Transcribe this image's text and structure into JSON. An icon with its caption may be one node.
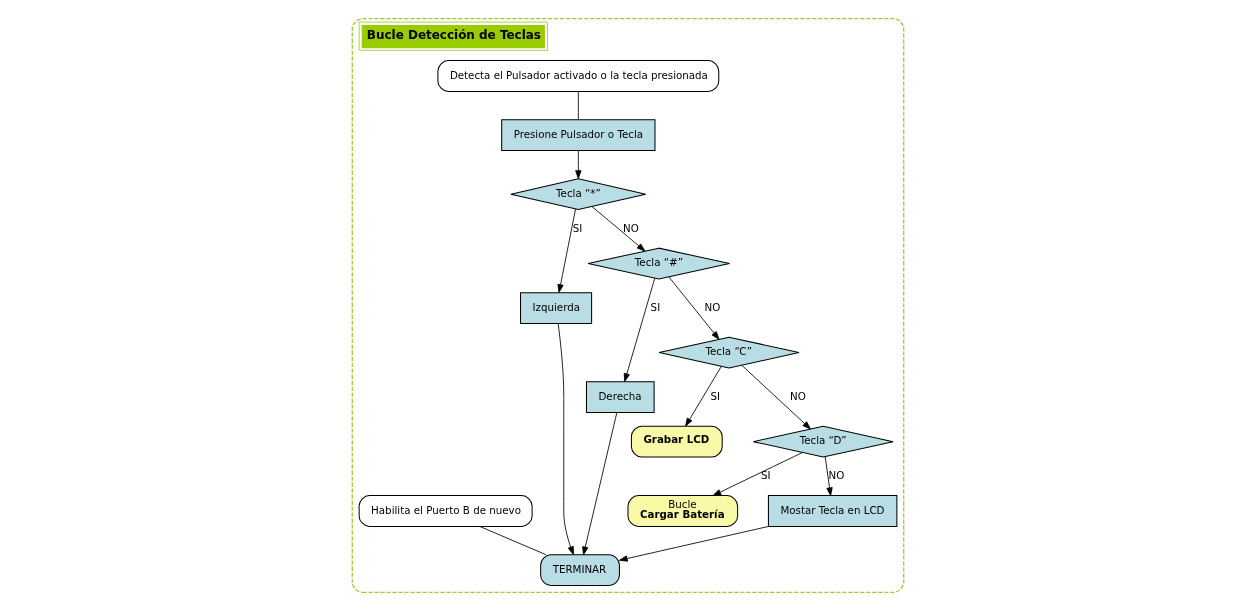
{
  "diagram": {
    "nodes": [
      {
        "text": [
          "Bucle Detección de Teclas"
        ]
      },
      {
        "text": [
          "Presione Pulsador o Tecla"
        ],
        "in": 0
      },
      {
        "text": [
          "Detecta el Pulsador activado o la tecla presionada"
        ],
        "in": 0
      },
      {
        "text": [
          "Tecla “*”"
        ],
        "in": 0
      },
      {
        "text": [
          "Izquierda"
        ],
        "in": 0
      },
      {
        "text": [
          "Tecla “#”"
        ],
        "in": 0
      },
      {
        "text": [
          "Derecha"
        ],
        "in": 0
      },
      {
        "text": [
          "Tecla “C”"
        ],
        "in": 0
      },
      {
        "text": [
          "Grabar LCD"
        ],
        "in": 0
      },
      {
        "text": [
          "Tecla “D”"
        ],
        "in": 0
      },
      {
        "text": [
          "Bucle",
          "Cargar Batería"
        ],
        "in": 0
      },
      {
        "text": [
          "Mostar Tecla en LCD"
        ],
        "in": 0
      },
      {
        "text": [
          "TERMINAR"
        ],
        "in": 0
      },
      {
        "text": [
          "Habilita el Puerto B de nuevo"
        ],
        "in": 0
      }
    ],
    "edges": [
      {
        "from": 2,
        "to": 1,
        "arrow": "none"
      },
      {
        "from": 1,
        "to": 3,
        "arrow": "to"
      },
      {
        "from": 3,
        "to": 5,
        "arrow": "to",
        "label": "NO"
      },
      {
        "from": 3,
        "to": 4,
        "arrow": "to",
        "label": "SI"
      },
      {
        "from": 5,
        "to": 7,
        "arrow": "to",
        "label": "NO"
      },
      {
        "from": 5,
        "to": 6,
        "arrow": "to",
        "label": "SI"
      },
      {
        "from": 7,
        "to": 9,
        "arrow": "to",
        "label": "NO"
      },
      {
        "from": 7,
        "to": 8,
        "arrow": "to",
        "label": "SI"
      },
      {
        "from": 9,
        "to": 10,
        "arrow": "to",
        "label": "SI"
      },
      {
        "from": 9,
        "to": 11,
        "arrow": "to",
        "label": "NO"
      },
      {
        "from": 4,
        "to": 12,
        "arrow": "to"
      },
      {
        "from": 6,
        "to": 12,
        "arrow": "to"
      },
      {
        "from": 11,
        "to": 12,
        "arrow": "to"
      },
      {
        "from": 13,
        "to": 12,
        "arrow": "none"
      }
    ]
  }
}
